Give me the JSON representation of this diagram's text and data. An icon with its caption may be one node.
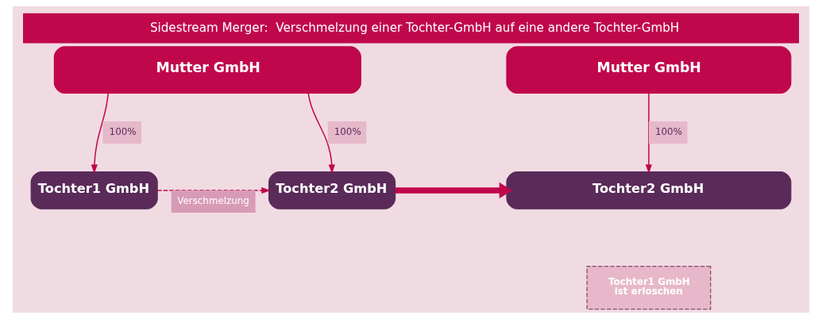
{
  "diagram": {
    "title": "Sidestream Merger:  Verschmelzung einer Tochter-GmbH auf eine andere Tochter-GmbH",
    "nodes": [
      {
        "text": [
          "Mutter GmbH"
        ]
      },
      {
        "text": [
          "Mutter GmbH"
        ]
      },
      {
        "text": [
          "Tochter1 GmbH"
        ]
      },
      {
        "text": [
          "Tochter2 GmbH"
        ]
      },
      {
        "text": [
          "Tochter2 GmbH"
        ]
      },
      {
        "text": [
          "Tochter1 GmbH ist erloschen"
        ]
      }
    ],
    "edges": [
      {
        "from": 0,
        "to": 2,
        "arrow": "to",
        "label": "100%"
      },
      {
        "from": 0,
        "to": 3,
        "arrow": "to",
        "label": "100%"
      },
      {
        "from": 2,
        "to": 3,
        "arrow": "to",
        "style": "dashed",
        "label": "Verschmelzung"
      },
      {
        "from": 3,
        "to": 4,
        "arrow": "to",
        "style": "thick"
      },
      {
        "from": 1,
        "to": 4,
        "arrow": "to",
        "label": "100%"
      }
    ]
  }
}
